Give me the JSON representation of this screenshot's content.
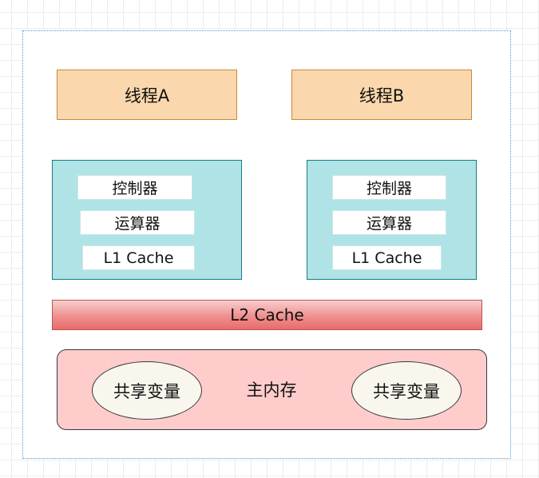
{
  "threads": [
    {
      "label": "线程A"
    },
    {
      "label": "线程B"
    }
  ],
  "cpus": [
    {
      "controller": "控制器",
      "alu": "运算器",
      "l1": "L1 Cache"
    },
    {
      "controller": "控制器",
      "alu": "运算器",
      "l1": "L1 Cache"
    }
  ],
  "l2": {
    "label": "L2 Cache"
  },
  "memory": {
    "label": "主内存",
    "shared_vars": [
      "共享变量",
      "共享变量"
    ]
  },
  "colors": {
    "thread_fill": "#fad7ac",
    "cpu_fill": "#b0e3e6",
    "l2_fill": "#ea6b66",
    "memory_fill": "#ffcccc",
    "shared_var_fill": "#f9f7ed"
  }
}
